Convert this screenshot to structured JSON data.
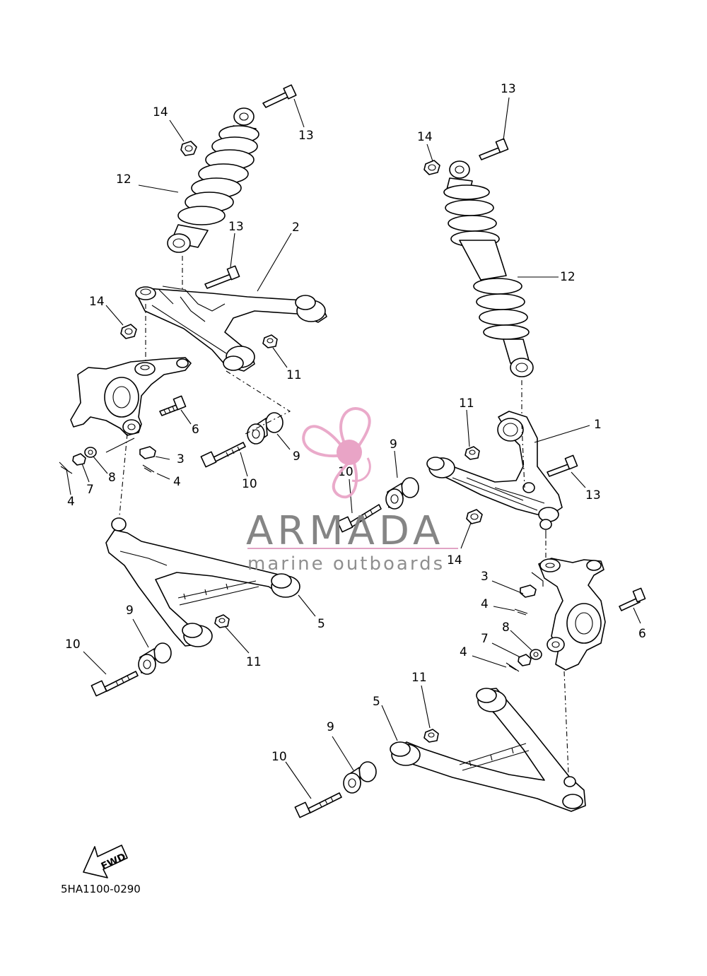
{
  "diagram": {
    "callouts": [
      {
        "id": "c1",
        "label": "1"
      },
      {
        "id": "c2",
        "label": "2"
      },
      {
        "id": "c3a",
        "label": "3"
      },
      {
        "id": "c3b",
        "label": "3"
      },
      {
        "id": "c4a",
        "label": "4"
      },
      {
        "id": "c4b",
        "label": "4"
      },
      {
        "id": "c4c",
        "label": "4"
      },
      {
        "id": "c4d",
        "label": "4"
      },
      {
        "id": "c5a",
        "label": "5"
      },
      {
        "id": "c5b",
        "label": "5"
      },
      {
        "id": "c6a",
        "label": "6"
      },
      {
        "id": "c6b",
        "label": "6"
      },
      {
        "id": "c7a",
        "label": "7"
      },
      {
        "id": "c7b",
        "label": "7"
      },
      {
        "id": "c8a",
        "label": "8"
      },
      {
        "id": "c8b",
        "label": "8"
      },
      {
        "id": "c9a",
        "label": "9"
      },
      {
        "id": "c9b",
        "label": "9"
      },
      {
        "id": "c9c",
        "label": "9"
      },
      {
        "id": "c9d",
        "label": "9"
      },
      {
        "id": "c10a",
        "label": "10"
      },
      {
        "id": "c10b",
        "label": "10"
      },
      {
        "id": "c10c",
        "label": "10"
      },
      {
        "id": "c10d",
        "label": "10"
      },
      {
        "id": "c11a",
        "label": "11"
      },
      {
        "id": "c11b",
        "label": "11"
      },
      {
        "id": "c11c",
        "label": "11"
      },
      {
        "id": "c11d",
        "label": "11"
      },
      {
        "id": "c12a",
        "label": "12"
      },
      {
        "id": "c12b",
        "label": "12"
      },
      {
        "id": "c13a",
        "label": "13"
      },
      {
        "id": "c13b",
        "label": "13"
      },
      {
        "id": "c13c",
        "label": "13"
      },
      {
        "id": "c13d",
        "label": "13"
      },
      {
        "id": "c14a",
        "label": "14"
      },
      {
        "id": "c14b",
        "label": "14"
      },
      {
        "id": "c14c",
        "label": "14"
      },
      {
        "id": "c14d",
        "label": "14"
      }
    ],
    "fwd_label": "FWD",
    "drawing_code": "5HA1100-0290"
  },
  "watermark": {
    "brand": "ARMADA",
    "tagline": "marine outboards",
    "logo_color": "#e9a6c8",
    "logo_center_color": "#e8a0c4",
    "text_color": "#7f7f7f"
  }
}
